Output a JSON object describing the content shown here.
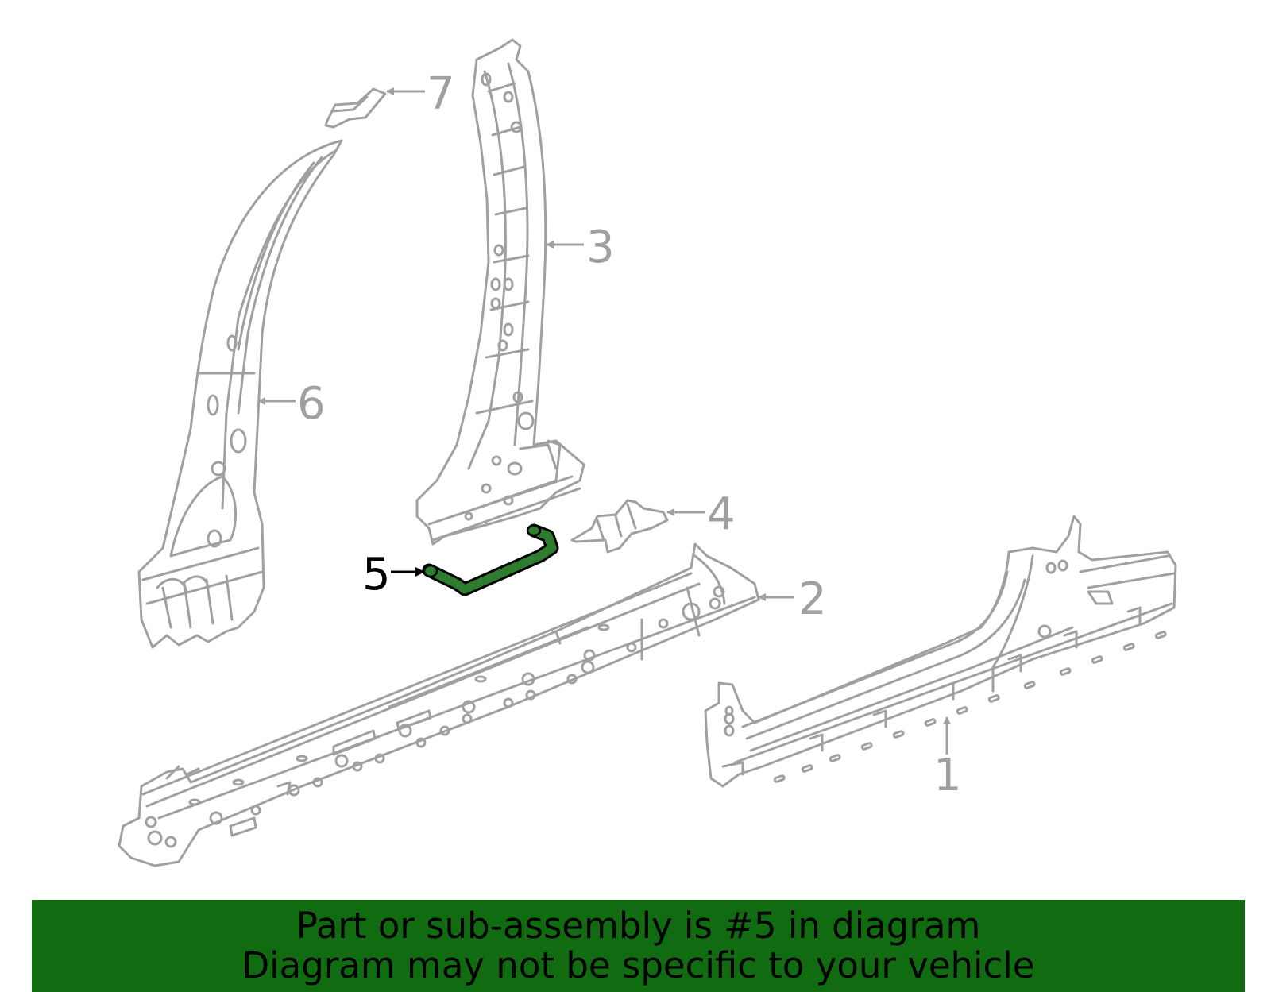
{
  "callouts": {
    "c1": "1",
    "c2": "2",
    "c3": "3",
    "c4": "4",
    "c5": "5",
    "c6": "6",
    "c7": "7"
  },
  "colors": {
    "part_stroke": "#a0a0a0",
    "highlight_fill": "#2e7d2e",
    "highlight_stroke": "#000000",
    "banner_bg": "#116b11"
  },
  "banner": {
    "line1": "Part or sub-assembly is #5 in diagram",
    "line2": "Diagram may not be specific to your vehicle"
  }
}
